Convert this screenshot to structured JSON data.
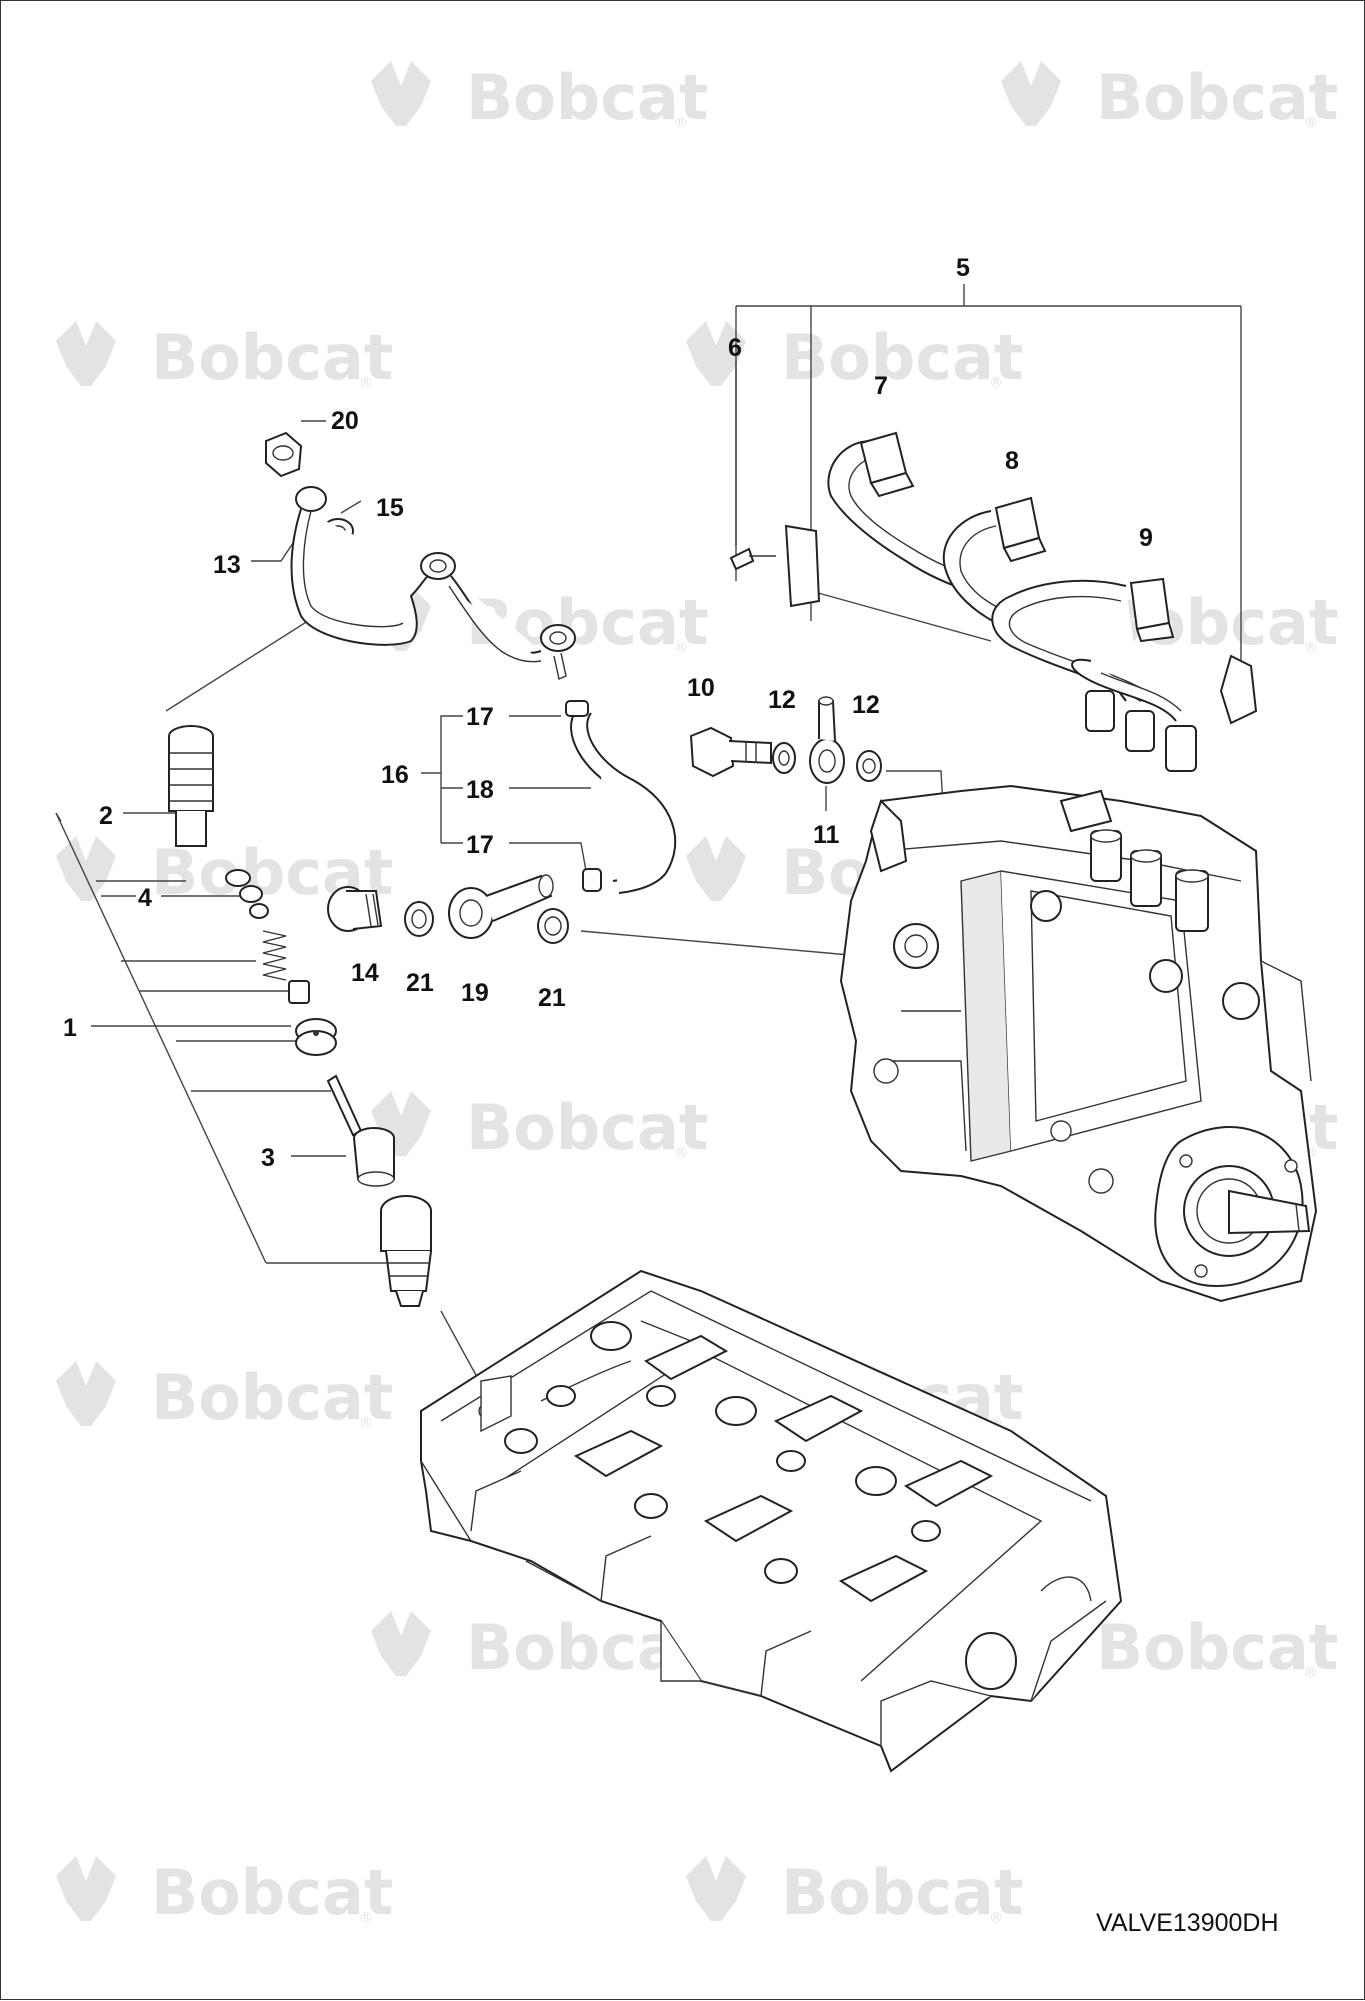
{
  "brand": "Bobcat",
  "reference_code": "VALVE13900DH",
  "callouts": {
    "c1": "1",
    "c2": "2",
    "c3": "3",
    "c4": "4",
    "c5": "5",
    "c6": "6",
    "c7": "7",
    "c8": "8",
    "c9": "9",
    "c10": "10",
    "c11": "11",
    "c12a": "12",
    "c12b": "12",
    "c13": "13",
    "c14": "14",
    "c15": "15",
    "c16": "16",
    "c17a": "17",
    "c17b": "17",
    "c18": "18",
    "c19": "19",
    "c20": "20",
    "c21a": "21",
    "c21b": "21"
  },
  "colors": {
    "line": "#222222",
    "watermark": "#e3e3e3",
    "background": "#ffffff"
  }
}
